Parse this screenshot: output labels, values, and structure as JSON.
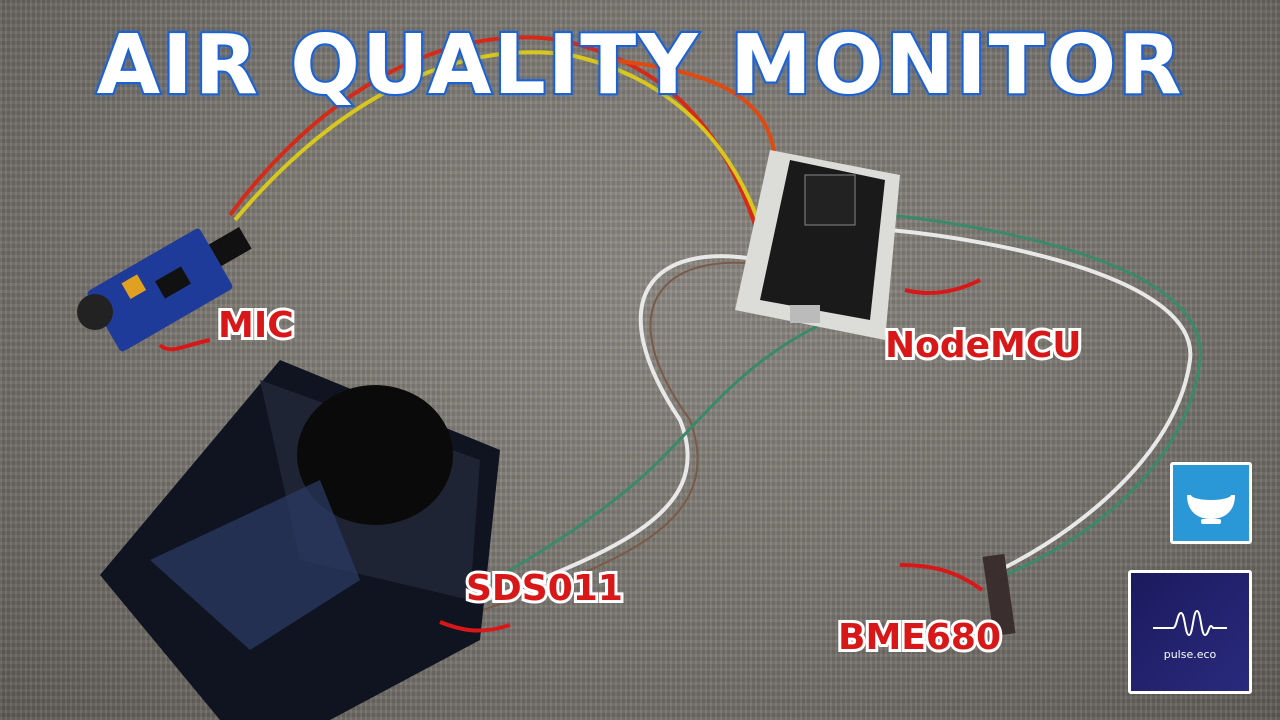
{
  "title": "AIR QUALITY MONITOR",
  "labels": {
    "mic": "MIC",
    "nodemcu": "NodeMCU",
    "sds011": "SDS011",
    "bme680": "BME680"
  },
  "logos": {
    "bowl_logo_icon": "bowl-icon",
    "pulse_eco": "pulse.eco"
  },
  "colors": {
    "title_outline": "#1b63d6",
    "label_red": "#d81818",
    "bowl_logo_bg": "#2a97d6",
    "pulse_logo_bg": "#1b1a5e"
  }
}
